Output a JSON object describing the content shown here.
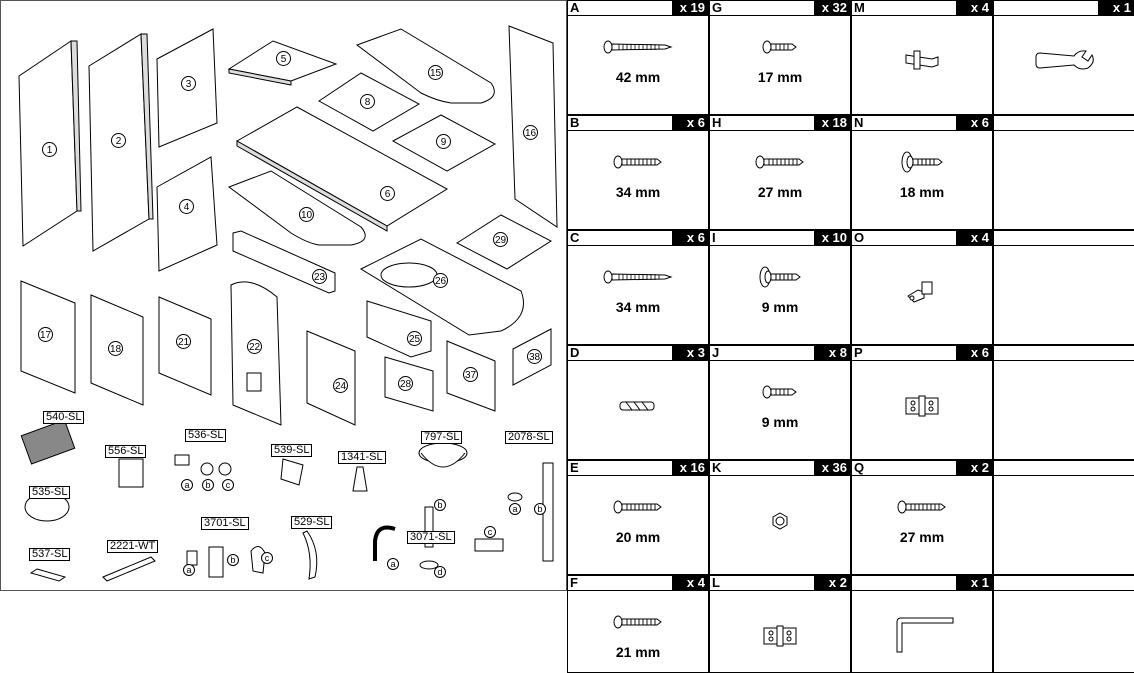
{
  "parts": {
    "panels": [
      "1",
      "2",
      "3",
      "4",
      "5",
      "6",
      "8",
      "9",
      "10",
      "15",
      "16",
      "17",
      "18",
      "21",
      "22",
      "23",
      "24",
      "25",
      "26",
      "28",
      "29",
      "37",
      "38"
    ],
    "items": [
      "540-SL",
      "556-SL",
      "536-SL",
      "539-SL",
      "1341-SL",
      "797-SL",
      "2078-SL",
      "535-SL",
      "537-SL",
      "2221-WT",
      "3701-SL",
      "529-SL",
      "3071-SL"
    ],
    "sub_letters": {
      "a": "a",
      "b": "b",
      "c": "c",
      "d": "d"
    }
  },
  "hardware": [
    {
      "code": "A",
      "qty": "x 19",
      "size": "42 mm",
      "icon": "long-screw-icon"
    },
    {
      "code": "G",
      "qty": "x 32",
      "size": "17 mm",
      "icon": "short-screw-icon"
    },
    {
      "code": "M",
      "qty": "x 4",
      "size": "",
      "icon": "bracket-icon"
    },
    {
      "code": "",
      "qty": "x 1",
      "size": "",
      "icon": "wrench-icon"
    },
    {
      "code": "B",
      "qty": "x 6",
      "size": "34 mm",
      "icon": "screw-icon"
    },
    {
      "code": "H",
      "qty": "x 18",
      "size": "27 mm",
      "icon": "screw-icon"
    },
    {
      "code": "N",
      "qty": "x 6",
      "size": "18 mm",
      "icon": "washer-screw-icon"
    },
    {
      "code": "",
      "qty": "",
      "size": "",
      "icon": ""
    },
    {
      "code": "C",
      "qty": "x 6",
      "size": "34 mm",
      "icon": "long-screw-icon"
    },
    {
      "code": "I",
      "qty": "x 10",
      "size": "9 mm",
      "icon": "washer-screw-icon"
    },
    {
      "code": "O",
      "qty": "x 4",
      "size": "",
      "icon": "clip-icon"
    },
    {
      "code": "",
      "qty": "",
      "size": "",
      "icon": ""
    },
    {
      "code": "D",
      "qty": "x 3",
      "size": "",
      "icon": "dowel-icon"
    },
    {
      "code": "J",
      "qty": "x 8",
      "size": "9 mm",
      "icon": "short-screw-icon"
    },
    {
      "code": "P",
      "qty": "x 6",
      "size": "",
      "icon": "hinge-icon"
    },
    {
      "code": "",
      "qty": "",
      "size": "",
      "icon": ""
    },
    {
      "code": "E",
      "qty": "x 16",
      "size": "20 mm",
      "icon": "screw-icon"
    },
    {
      "code": "K",
      "qty": "x 36",
      "size": "",
      "icon": "nut-icon"
    },
    {
      "code": "Q",
      "qty": "x 2",
      "size": "27 mm",
      "icon": "screw-icon"
    },
    {
      "code": "",
      "qty": "",
      "size": "",
      "icon": ""
    },
    {
      "code": "F",
      "qty": "x 4",
      "size": "21 mm",
      "icon": "screw-icon"
    },
    {
      "code": "L",
      "qty": "x 2",
      "size": "",
      "icon": "hinge-icon"
    },
    {
      "code": "",
      "qty": "x 1",
      "size": "",
      "icon": "allen-key-icon"
    },
    {
      "code": "",
      "qty": "",
      "size": "",
      "icon": ""
    }
  ]
}
